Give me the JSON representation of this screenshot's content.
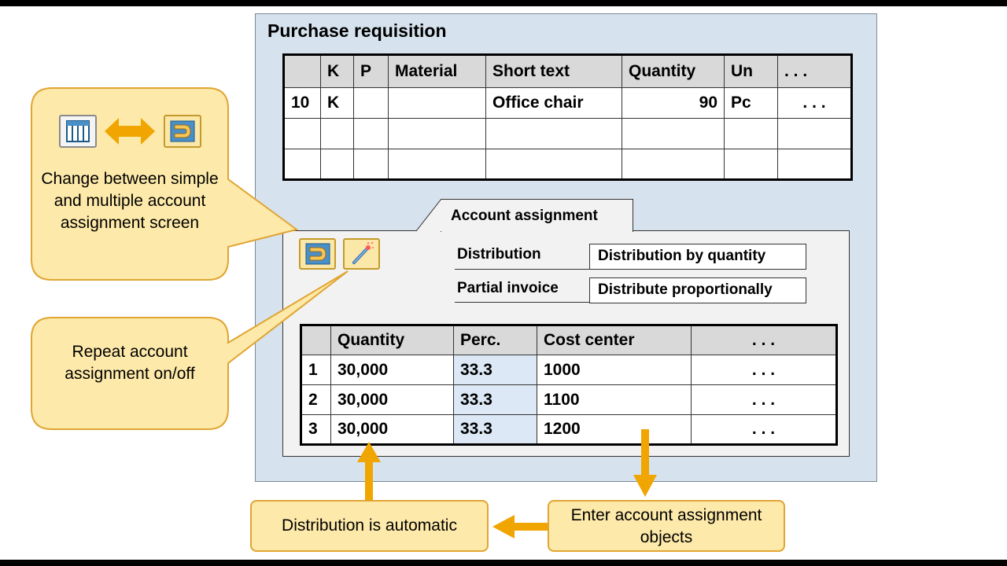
{
  "purchase_requisition": {
    "title": "Purchase requisition",
    "columns": [
      "",
      "K",
      "P",
      "Material",
      "Short text",
      "Quantity",
      "Un",
      ". . ."
    ],
    "rows": [
      [
        "10",
        "K",
        "",
        "",
        "Office chair",
        "90",
        "Pc",
        ". . ."
      ]
    ]
  },
  "account_assignment": {
    "tab_label": "Account assignment",
    "distribution_label": "Distribution",
    "distribution_value": "Distribution by quantity",
    "partial_invoice_label": "Partial invoice",
    "partial_invoice_value": "Distribute proportionally",
    "columns": [
      "",
      "Quantity",
      "Perc.",
      "Cost center",
      ". . ."
    ],
    "rows": [
      [
        "1",
        "30,000",
        "33.3",
        "1000",
        ". . ."
      ],
      [
        "2",
        "30,000",
        "33.3",
        "1100",
        ". . ."
      ],
      [
        "3",
        "30,000",
        "33.3",
        "1200",
        ". . ."
      ]
    ]
  },
  "callouts": {
    "change_screen": "Change between simple and multiple account assignment screen",
    "repeat_assignment": "Repeat account assignment on/off"
  },
  "notes": {
    "distribution_automatic": "Distribution is automatic",
    "enter_objects": "Enter account assignment objects"
  },
  "icons": {
    "table_icon": "table-view-icon",
    "swap_icon": "double-arrow-icon",
    "multi_assignment_icon": "multiple-account-assignment-icon",
    "repeat_icon": "magic-wand-icon"
  },
  "colors": {
    "panel_bg": "#d6e3ee",
    "callout_fill": "#fde9a9",
    "callout_border": "#e0a533",
    "arrow": "#f0a500",
    "perc_cell": "#dce8f5"
  }
}
